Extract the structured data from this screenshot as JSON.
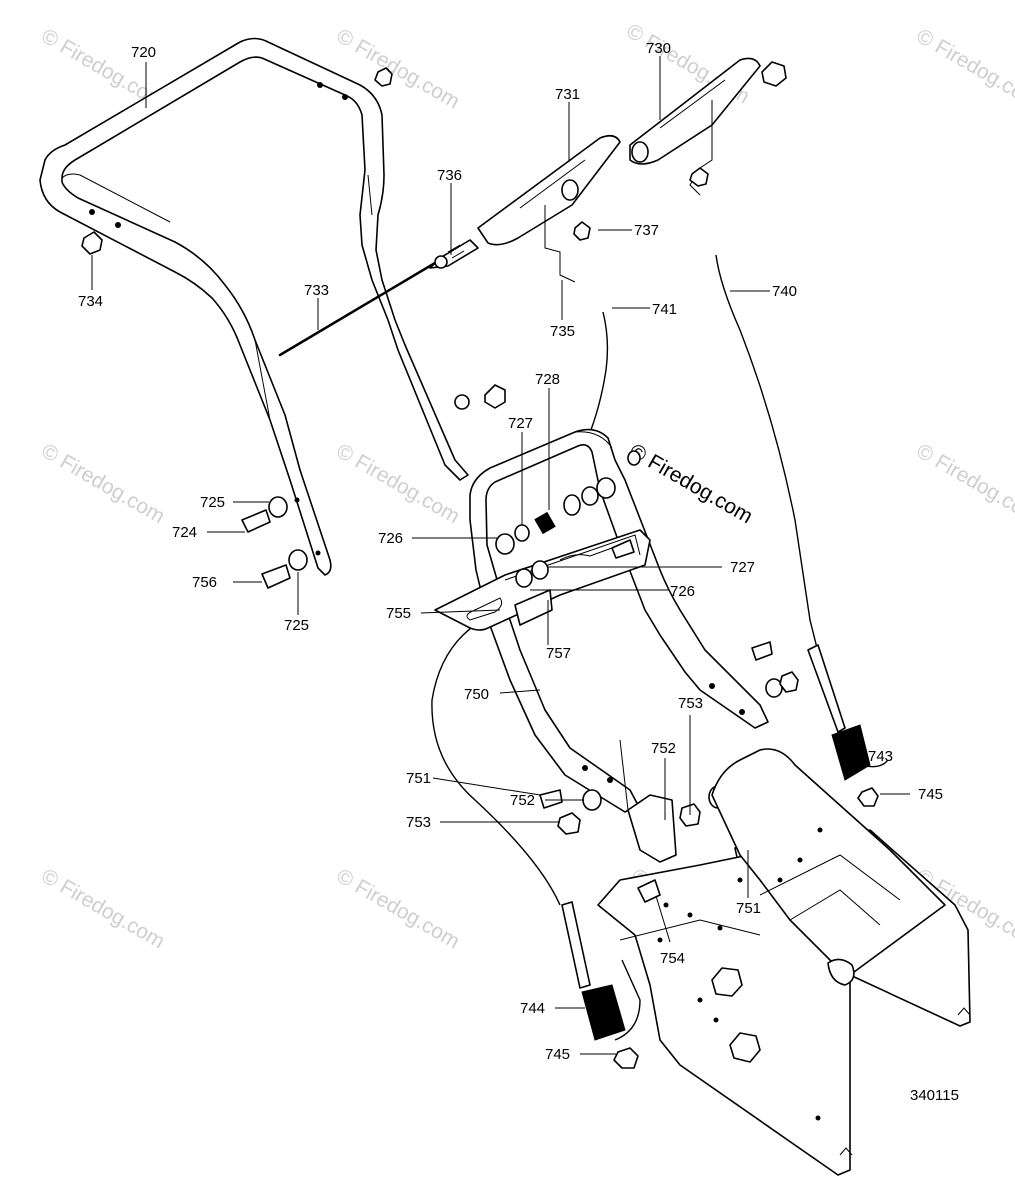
{
  "watermark": {
    "text": "© Firedog.com"
  },
  "drawing_number": "340115",
  "labels": {
    "p720": "720",
    "p730": "730",
    "p731": "731",
    "p736": "736",
    "p737": "737",
    "p734": "734",
    "p733": "733",
    "p735": "735",
    "p741": "741",
    "p740": "740",
    "p728": "728",
    "p727a": "727",
    "p727b": "727",
    "p725a": "725",
    "p725b": "725",
    "p724": "724",
    "p756": "756",
    "p726a": "726",
    "p726b": "726",
    "p755": "755",
    "p757": "757",
    "p750": "750",
    "p753a": "753",
    "p753b": "753",
    "p743": "743",
    "p752a": "752",
    "p752b": "752",
    "p751a": "751",
    "p751b": "751",
    "p745a": "745",
    "p745b": "745",
    "p754": "754",
    "p744": "744"
  }
}
